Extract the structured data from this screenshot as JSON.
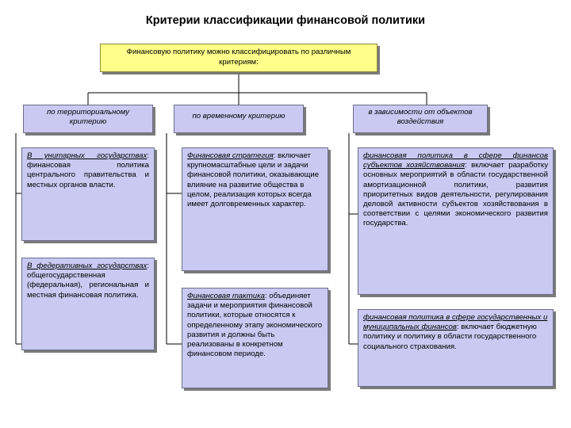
{
  "title": "Критерии классификации финансовой политики",
  "root": "Финансовую политику можно классифицировать по различным критериям:",
  "columns": [
    {
      "header": "по территориальному критерию",
      "items": [
        {
          "lead": "В унитарных государствах",
          "text": ": финансовая политика центрального правительства и местных органов власти."
        },
        {
          "lead": "В федеративных государствах",
          "text": ": общегосударственная (федеральная), региональная и местная финансовая политика."
        }
      ]
    },
    {
      "header": "по временному критерию",
      "items": [
        {
          "lead": "Финансовая стратегия",
          "text": ": включает крупномасштабные цели и задачи финансовой политики, оказывающие влияние на развитие общества в целом, реализация которых всегда имеет долговременных характер."
        },
        {
          "lead": "Финансовая тактика",
          "text": ": объединяет задачи и мероприятия финансовой политики, которые относятся к определенному этапу экономического развития и должны быть реализованы в конкретном финансовом периоде."
        }
      ]
    },
    {
      "header": "в зависимости от объектов воздействия",
      "items": [
        {
          "lead": "финансовая политика в сфере финансов субъектов хозяйствования",
          "text": ": включает разработку основных мероприятий в области государственной амортизационной политики, развития приоритетных видов деятельности, регулирования деловой активности субъектов хозяйствования в соответствии с целями экономического развития государства."
        },
        {
          "lead": "финансовая политика в сфере государственных и муниципальных финансов",
          "text": ": включает бюджетную политику и политику в области государственного социального страхования."
        }
      ]
    }
  ],
  "colors": {
    "root_fill": "#ffff8a",
    "box_fill": "#c9c9f2",
    "line": "#000000"
  }
}
